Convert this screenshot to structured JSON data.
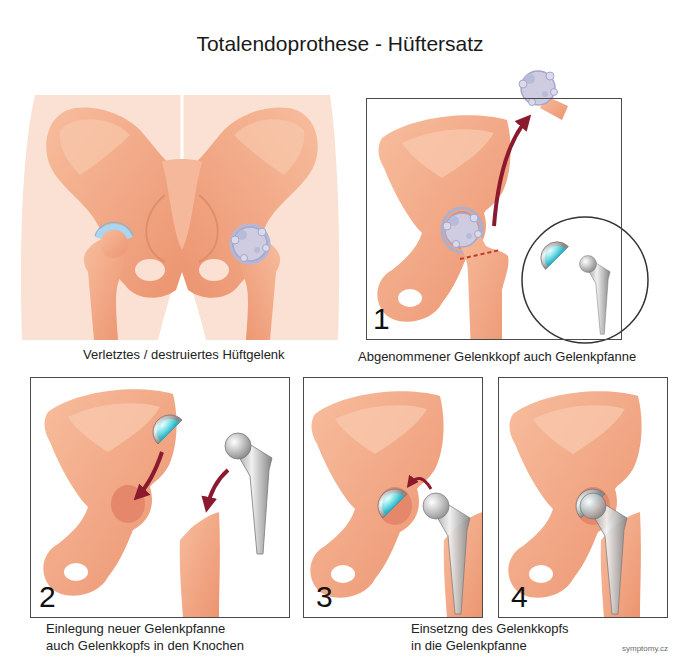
{
  "diagram": {
    "title": "Totalendoprothese - Hüftersatz",
    "nodes": [
      {
        "text": [
          "1",
          "Abgenommener Gelenkkopf auch Gelenkpfanne"
        ]
      },
      {
        "text": [
          "2",
          "Einlegung neuer Gelenkpfanne auch Gelenkkopfs in den Knochen"
        ]
      },
      {
        "text": [
          "3",
          "Einsetzng des Gelenkkopfs in die Gelenkpfanne"
        ]
      },
      {
        "text": [
          "4"
        ]
      }
    ],
    "labels": [
      "Verletztes / destruiertes Hüftgelenk",
      "symptomy.cz"
    ]
  }
}
